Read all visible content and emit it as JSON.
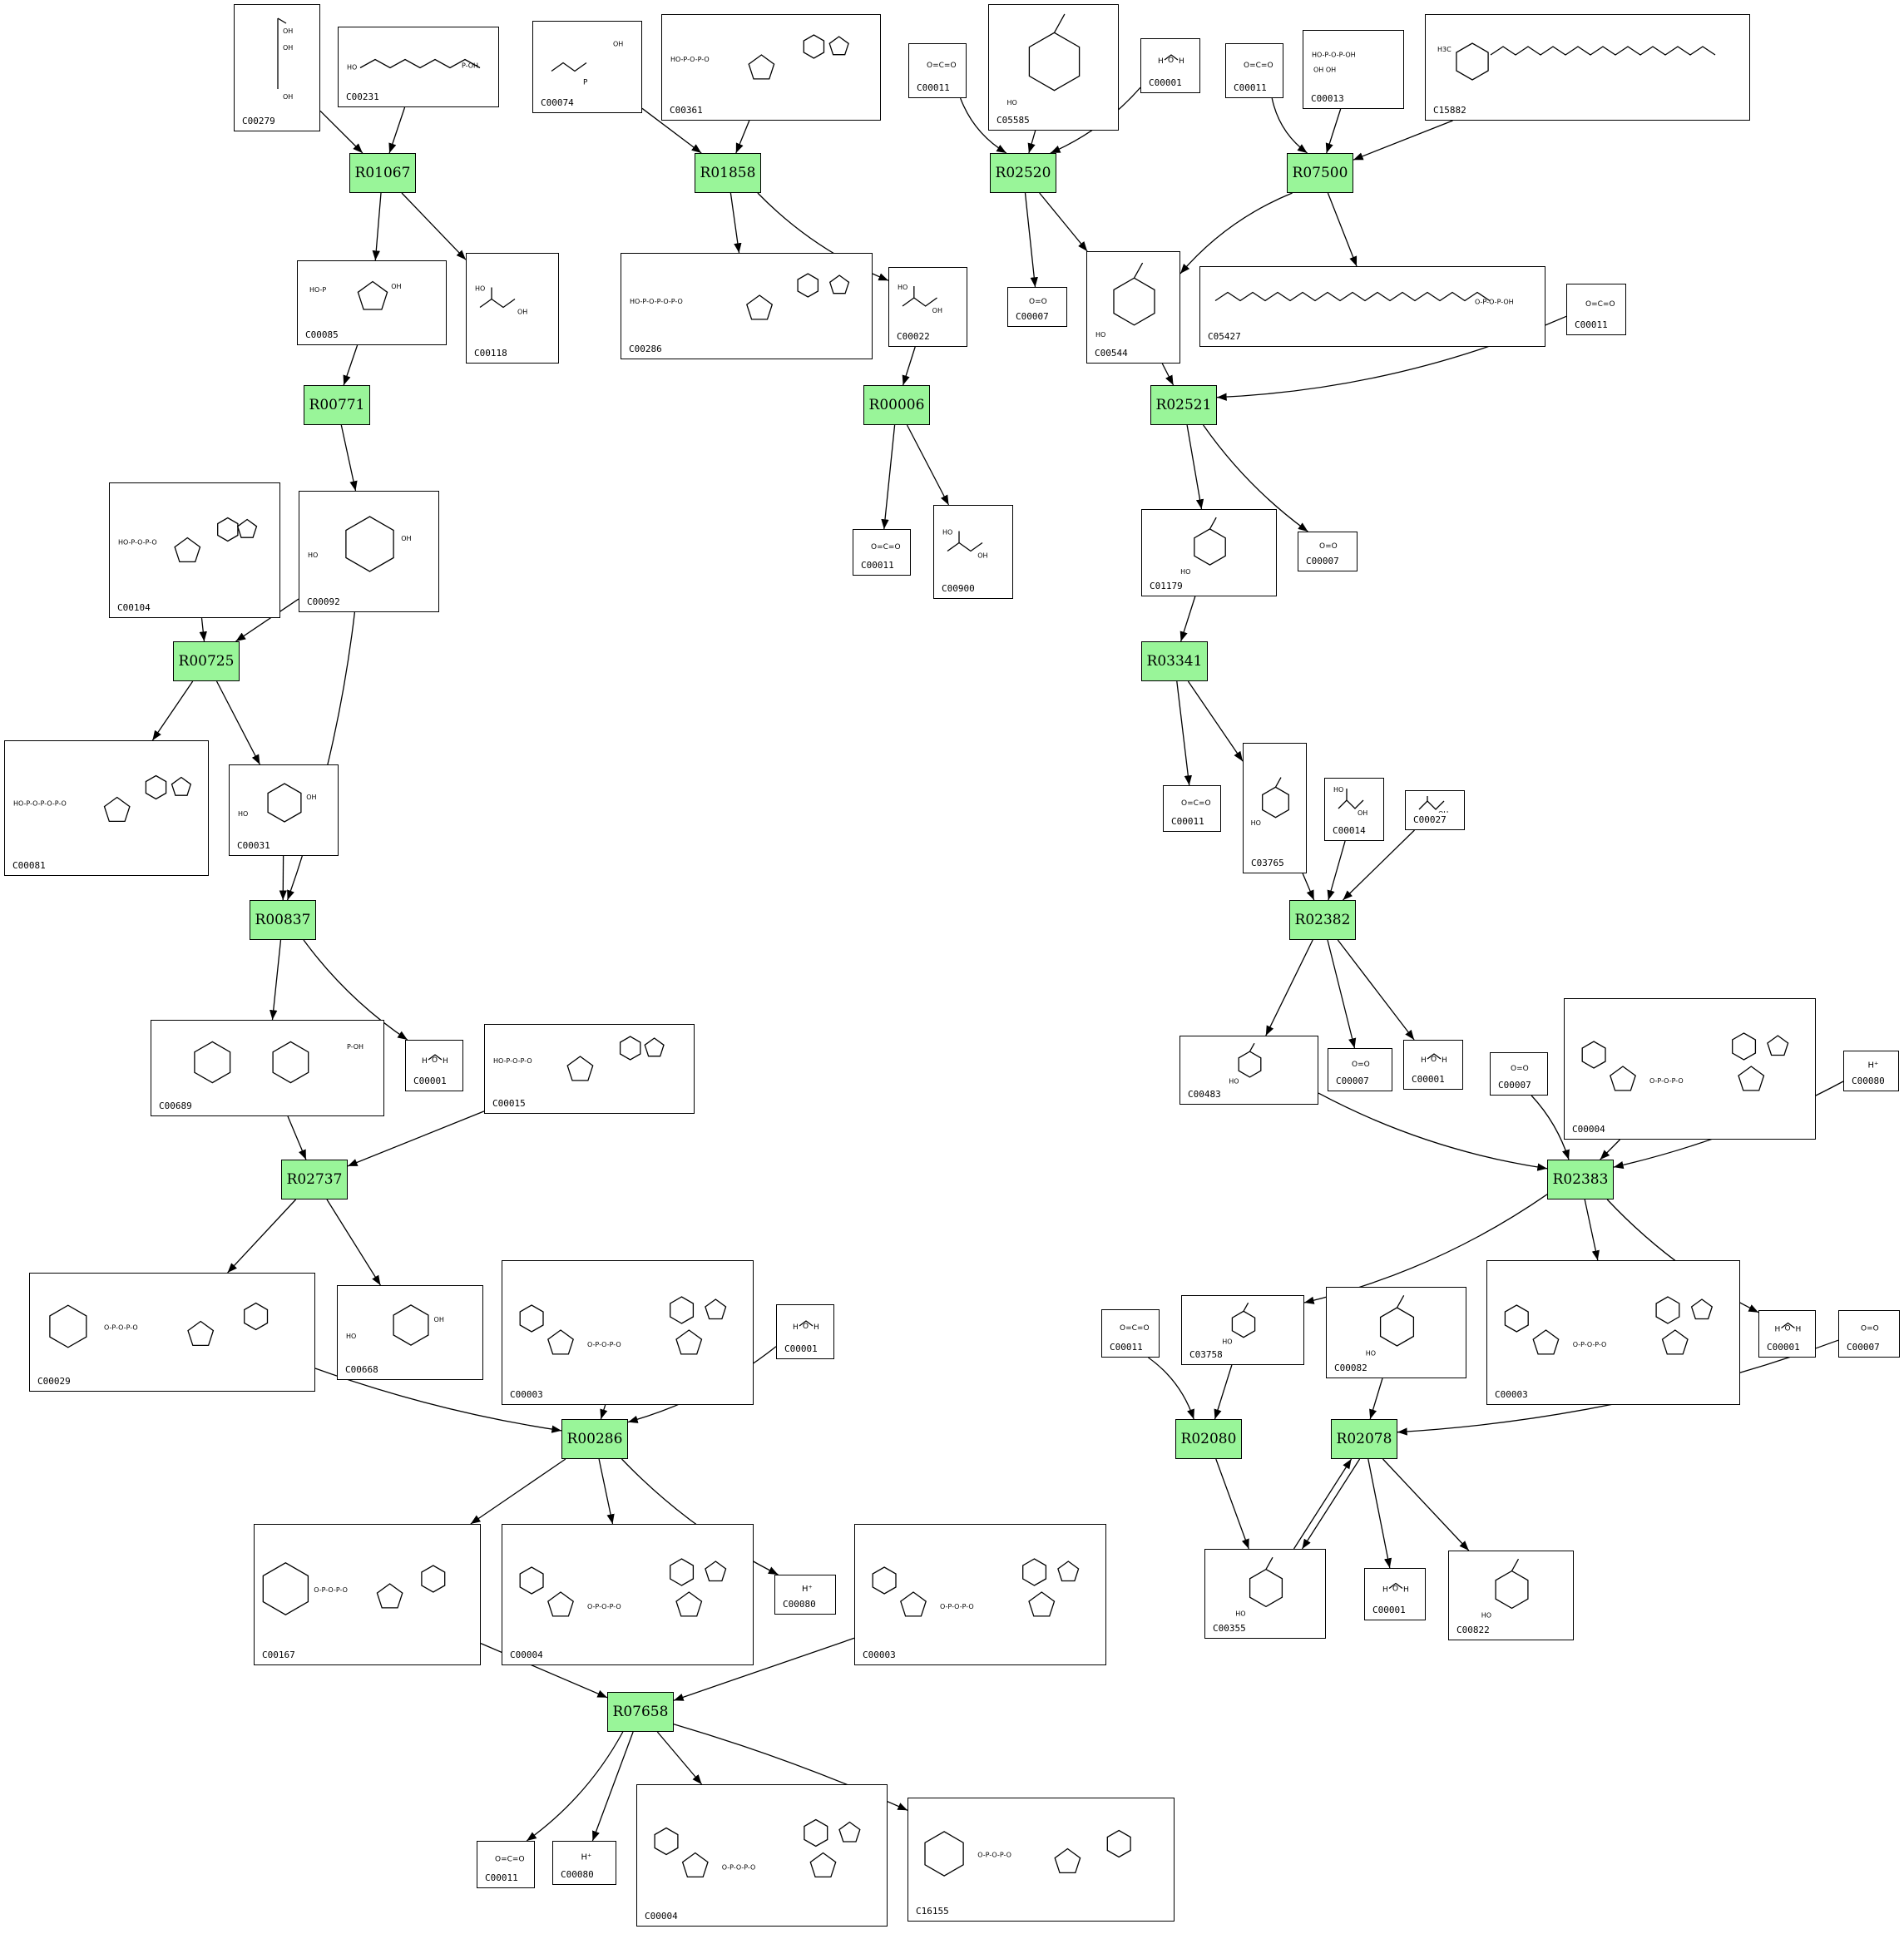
{
  "reactions": [
    {
      "id": "R01067"
    },
    {
      "id": "R01858"
    },
    {
      "id": "R02520"
    },
    {
      "id": "R07500"
    },
    {
      "id": "R00771"
    },
    {
      "id": "R00006"
    },
    {
      "id": "R02521"
    },
    {
      "id": "R00725"
    },
    {
      "id": "R03341"
    },
    {
      "id": "R00837"
    },
    {
      "id": "R02382"
    },
    {
      "id": "R02737"
    },
    {
      "id": "R02383"
    },
    {
      "id": "R00286"
    },
    {
      "id": "R02080"
    },
    {
      "id": "R02078"
    },
    {
      "id": "R07658"
    }
  ],
  "compounds": [
    {
      "id": "C00279",
      "formula": "H–C(=O)–[CH(OH)]2–CH2–O–PO3H2"
    },
    {
      "id": "C00231",
      "formula": "HO–CH2–C(=O)–CH(OH)–CH(OH)–CH2–O–PO3H2"
    },
    {
      "id": "C00074",
      "formula": "H2C=C(COOH)–O–PO3H2"
    },
    {
      "id": "C00361",
      "formula": "dGDP"
    },
    {
      "id": "C00011",
      "formula": "O=C=O"
    },
    {
      "id": "C05585",
      "formula": "HO–C6H3(OH)–CH=O"
    },
    {
      "id": "C00001",
      "formula": "H–O–H"
    },
    {
      "id": "C00013",
      "formula": "HO–P(O)(OH)–O–P(O)(OH)–OH"
    },
    {
      "id": "C15882",
      "formula": "H3C–C6H2(OH)2–phytyl"
    },
    {
      "id": "C00085",
      "formula": "fructose 6-phosphate"
    },
    {
      "id": "C00118",
      "formula": "H–C(=O)–CH(OH)–CH2–O–PO3H2"
    },
    {
      "id": "C00286",
      "formula": "dGTP"
    },
    {
      "id": "C00022",
      "formula": "H3C–C(=O)–COOH"
    },
    {
      "id": "C00007",
      "formula": "O=O"
    },
    {
      "id": "C00544",
      "formula": "HO–C6H3(OH)–CH2–COOH"
    },
    {
      "id": "C05427",
      "formula": "phytyl diphosphate"
    },
    {
      "id": "C00092",
      "formula": "glucose 6-phosphate"
    },
    {
      "id": "C00104",
      "formula": "IDP"
    },
    {
      "id": "C00900",
      "formula": "H3C–C(CH3)(OH)–C(=O)–COOH"
    },
    {
      "id": "C01179",
      "formula": "HO–C6H4–CH2–C(=O)–COOH"
    },
    {
      "id": "C00081",
      "formula": "ITP"
    },
    {
      "id": "C00031",
      "formula": "D-glucose"
    },
    {
      "id": "C03765",
      "formula": "HO–C6H4–CH2–CH=O"
    },
    {
      "id": "C00014",
      "formula": "NH3"
    },
    {
      "id": "C00027",
      "formula": "HO–OH"
    },
    {
      "id": "C00689",
      "formula": "trehalose 6-phosphate"
    },
    {
      "id": "C00015",
      "formula": "UDP"
    },
    {
      "id": "C00483",
      "formula": "H2N–CH2CH2–C6H4–OH"
    },
    {
      "id": "C00004",
      "formula": "NADH"
    },
    {
      "id": "C00080",
      "formula": "H+"
    },
    {
      "id": "C00029",
      "formula": "UDP-glucose"
    },
    {
      "id": "C00668",
      "formula": "glucose 6-phosphate"
    },
    {
      "id": "C00003",
      "formula": "NAD+"
    },
    {
      "id": "C03758",
      "formula": "H2N–CH2CH2–C6H3(OH)2"
    },
    {
      "id": "C00082",
      "formula": "L-tyrosine"
    },
    {
      "id": "C00167",
      "formula": "UDP-glucuronate"
    },
    {
      "id": "C00355",
      "formula": "L-DOPA"
    },
    {
      "id": "C00822",
      "formula": "dopaquinone"
    },
    {
      "id": "C16155",
      "formula": "UDP-4-keto-pentose"
    }
  ],
  "colors": {
    "reaction_fill": "#99f599",
    "reaction_border": "#000000",
    "edge": "#000000"
  }
}
